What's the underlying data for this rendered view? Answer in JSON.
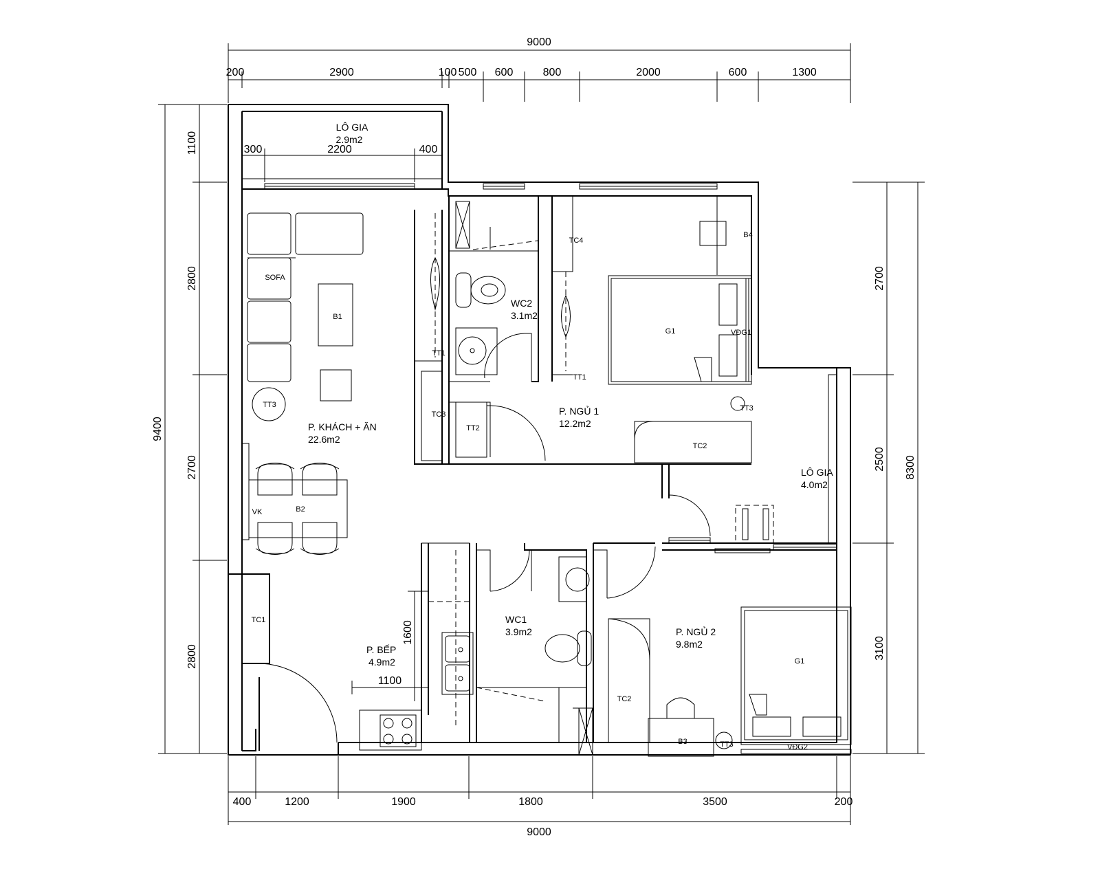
{
  "dimensions": {
    "top_total": "9000",
    "top_segments": [
      "200",
      "2900",
      "100",
      "500",
      "600",
      "800",
      "2000",
      "600",
      "1300"
    ],
    "left_total": "9400",
    "left_segments": [
      "1100",
      "2800",
      "2700",
      "2800"
    ],
    "right_total": "8300",
    "right_segments": [
      "2700",
      "2500",
      "3100"
    ],
    "bottom_total": "9000",
    "bottom_segments": [
      "400",
      "1200",
      "1900",
      "1800",
      "3500",
      "200"
    ],
    "loggia_segments": [
      "300",
      "2200",
      "400"
    ],
    "kitchen_width": "1100",
    "kitchen_depth": "1600"
  },
  "rooms": {
    "loggia_top": {
      "name": "LÔ GIA",
      "area": "2.9m2"
    },
    "living": {
      "name": "P. KHÁCH + ĂN",
      "area": "22.6m2"
    },
    "wc2": {
      "name": "WC2",
      "area": "3.1m2"
    },
    "bedroom1": {
      "name": "P. NGỦ 1",
      "area": "12.2m2"
    },
    "loggia_right": {
      "name": "LÔ GIA",
      "area": "4.0m2"
    },
    "kitchen": {
      "name": "P. BẾP",
      "area": "4.9m2"
    },
    "wc1": {
      "name": "WC1",
      "area": "3.9m2"
    },
    "bedroom2": {
      "name": "P. NGỦ 2",
      "area": "9.8m2"
    }
  },
  "furniture": {
    "sofa": "SOFA",
    "b1": "B1",
    "tt3_living": "TT3",
    "vk": "VK",
    "b2": "B2",
    "tc1": "TC1",
    "tt1_wc2": "TT1",
    "tc3": "TC3",
    "tt2": "TT2",
    "tc4": "TC4",
    "tt1_bed1": "TT1",
    "b4": "B4",
    "g1_bed1": "G1",
    "vdg1": "VĐG1",
    "tt3_bed1": "TT3",
    "tc2_bed1": "TC2",
    "tc2_bed2": "TC2",
    "g1_bed2": "G1",
    "b3": "B3",
    "tt3_bed2": "TT3",
    "vdg2": "VĐG2"
  }
}
